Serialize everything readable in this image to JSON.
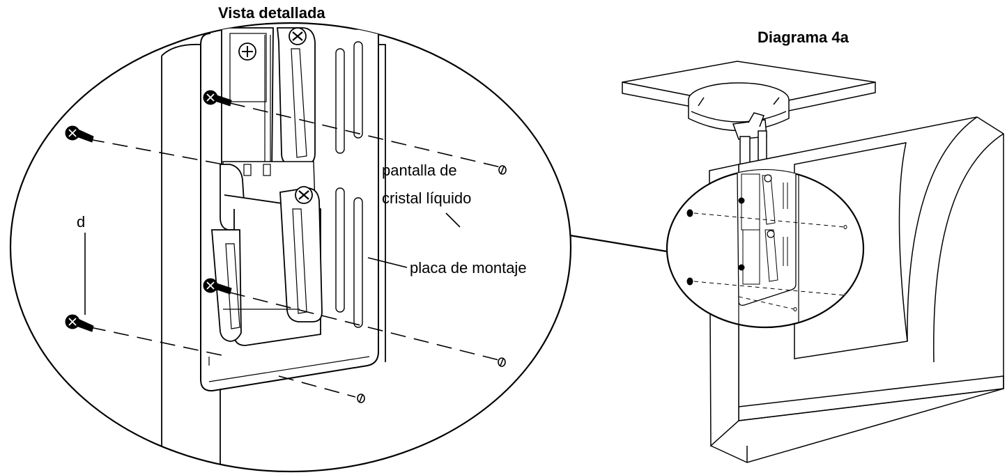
{
  "titles": {
    "detail": "Vista detallada",
    "diagram": "Diagrama 4a"
  },
  "labels": {
    "screen_line1": "pantalla de",
    "screen_line2": "cristal líquido",
    "plate": "placa de montaje",
    "screw": "d"
  },
  "colors": {
    "line": "#000000",
    "background": "#ffffff"
  }
}
